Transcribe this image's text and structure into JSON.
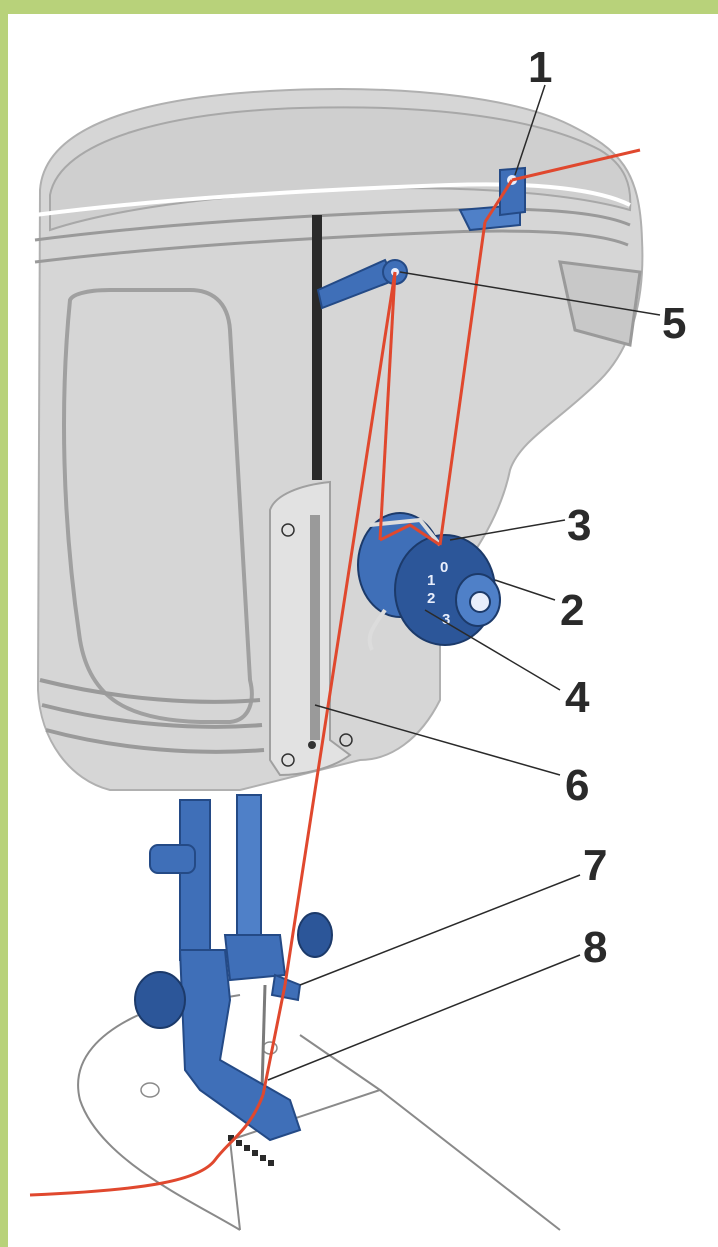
{
  "colors": {
    "frame_green": "#b8d27a",
    "machine_body": "#d6d6d6",
    "machine_shadow": "#bdbdbd",
    "trim_line": "#9a9a9a",
    "metal_blue": "#3f6fb8",
    "metal_blue_dark": "#244a86",
    "thread_red": "#e0482e",
    "table_line": "#8a8a8a"
  },
  "callouts": [
    {
      "id": "1",
      "label": "1"
    },
    {
      "id": "5",
      "label": "5"
    },
    {
      "id": "3",
      "label": "3"
    },
    {
      "id": "2",
      "label": "2"
    },
    {
      "id": "4",
      "label": "4"
    },
    {
      "id": "6",
      "label": "6"
    },
    {
      "id": "7",
      "label": "7"
    },
    {
      "id": "8",
      "label": "8"
    }
  ],
  "dial": {
    "numbers": [
      "0",
      "1",
      "2",
      "3"
    ]
  },
  "icons": {
    "machine": "sewing-machine-head-icon",
    "thread": "thread-path-icon"
  }
}
